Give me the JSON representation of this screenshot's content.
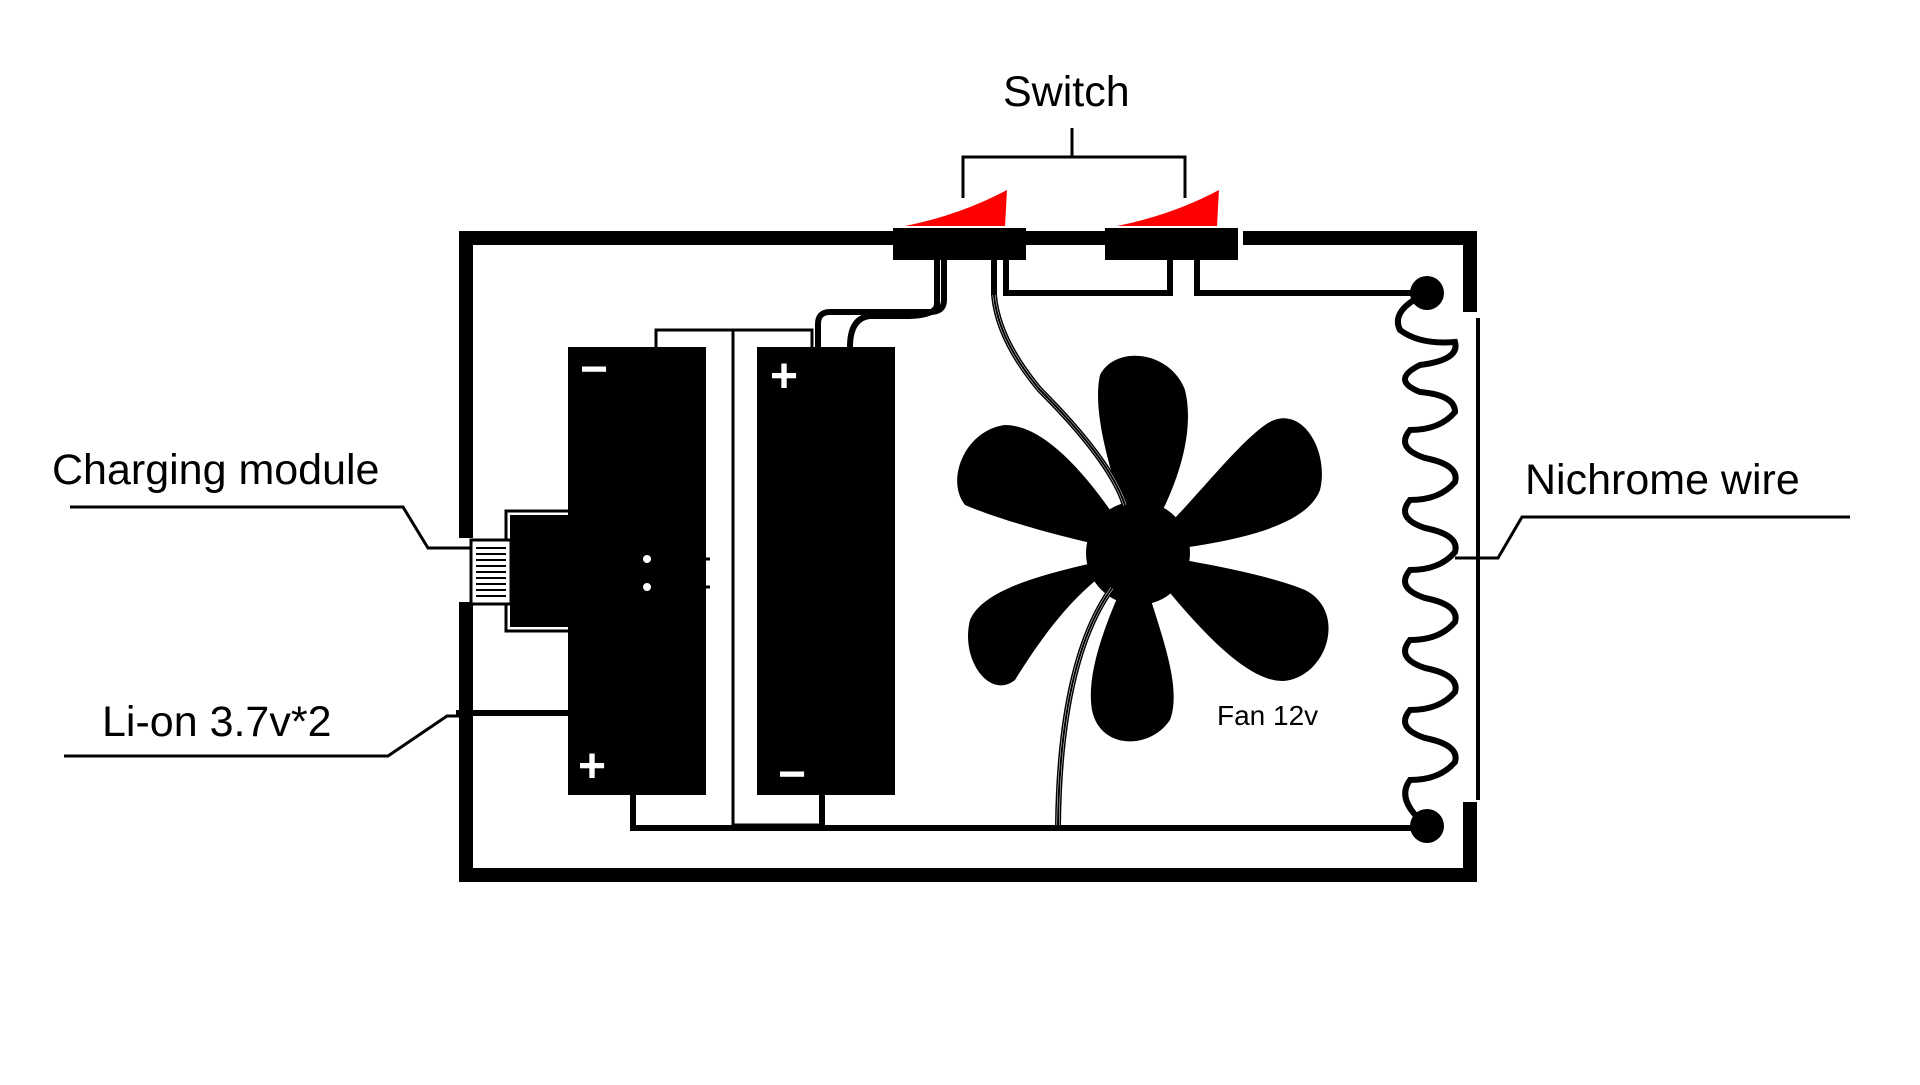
{
  "labels": {
    "switch": "Switch",
    "charging_module": "Charging module",
    "battery": "Li-on 3.7v*2",
    "nichrome": "Nichrome wire",
    "fan": "Fan 12v"
  },
  "battery_signs": {
    "left_top": "−",
    "left_bottom": "+",
    "right_top": "+",
    "right_bottom": "−"
  },
  "colors": {
    "ink": "#000000",
    "background": "#ffffff",
    "switch_rocker": "#ff0000"
  },
  "icons": {
    "fan": "fan-icon",
    "switch": "rocker-switch-icon",
    "usb_port": "usb-port-icon"
  }
}
